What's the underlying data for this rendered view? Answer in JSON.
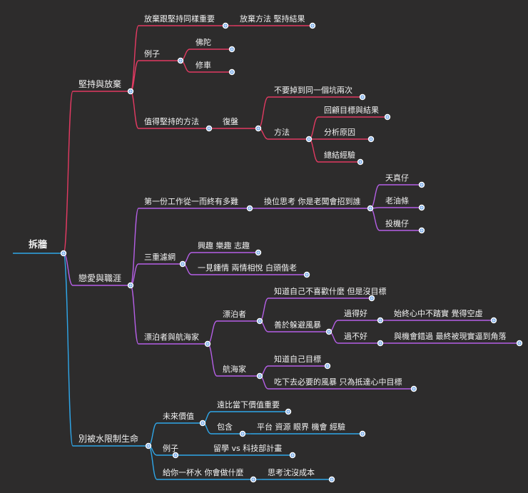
{
  "colors": {
    "background": "#2d2c2c",
    "root": "#2fa6e8",
    "branch_1": "#e23a62",
    "branch_2": "#b55fe6",
    "branch_3": "#2fa6e8",
    "node_dot": "#4d8fe0",
    "text": "#f2f2f2"
  },
  "root": {
    "label": "拆牆"
  },
  "branches": [
    {
      "label": "堅持與放棄",
      "children": [
        {
          "label": "放棄跟堅持同樣重要",
          "children": [
            {
              "label": "放棄方法 堅持結果"
            }
          ]
        },
        {
          "label": "例子",
          "children": [
            {
              "label": "佛陀"
            },
            {
              "label": "修車"
            }
          ]
        },
        {
          "label": "值得堅持的方法",
          "children": [
            {
              "label": "復盤",
              "children": [
                {
                  "label": "不要掉到同一個坑兩次"
                },
                {
                  "label": "方法",
                  "children": [
                    {
                      "label": "回顧目標與結果"
                    },
                    {
                      "label": "分析原因"
                    },
                    {
                      "label": "總結經驗"
                    }
                  ]
                }
              ]
            }
          ]
        }
      ]
    },
    {
      "label": "戀愛與職涯",
      "children": [
        {
          "label": "第一份工作從一而終有多難",
          "children": [
            {
              "label": "換位思考 你是老闆會招到誰",
              "children": [
                {
                  "label": "天真仔"
                },
                {
                  "label": "老油條"
                },
                {
                  "label": "投機仔"
                }
              ]
            }
          ]
        },
        {
          "label": "三重濾網",
          "children": [
            {
              "label": "興趣 樂趣 志趣"
            },
            {
              "label": "一見鍾情 兩情相悅 白頭偕老"
            }
          ]
        },
        {
          "label": "漂泊者與航海家",
          "children": [
            {
              "label": "漂泊者",
              "children": [
                {
                  "label": "知道自己不喜歡什麼 但是沒目標"
                },
                {
                  "label": "善於躲避風暴",
                  "children": [
                    {
                      "label": "過得好",
                      "children": [
                        {
                          "label": "始終心中不踏實 覺得空虛"
                        }
                      ]
                    },
                    {
                      "label": "過不好",
                      "children": [
                        {
                          "label": "與機會錯過 最終被現實逼到角落"
                        }
                      ]
                    }
                  ]
                }
              ]
            },
            {
              "label": "航海家",
              "children": [
                {
                  "label": "知道自己目標"
                },
                {
                  "label": "吃下去必要的風暴 只為抵達心中目標"
                }
              ]
            }
          ]
        }
      ]
    },
    {
      "label": "別被水限制生命",
      "children": [
        {
          "label": "未來價值",
          "children": [
            {
              "label": "遠比當下價值重要"
            },
            {
              "label": "包含",
              "children": [
                {
                  "label": "平台 資源 眼界 機會 經驗"
                }
              ]
            }
          ]
        },
        {
          "label": "例子",
          "children": [
            {
              "label": "留學 vs 科技部計畫"
            }
          ]
        },
        {
          "label": "給你一杯水 你會做什麼",
          "children": [
            {
              "label": "思考沈沒成本"
            }
          ]
        }
      ]
    }
  ]
}
